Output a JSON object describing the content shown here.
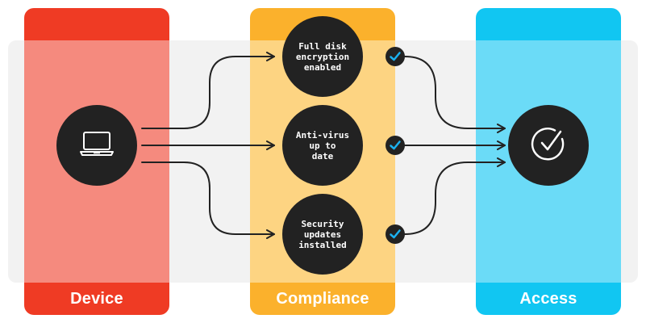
{
  "columns": {
    "device": {
      "label": "Device",
      "color": "#ef3b24",
      "tint": "#f58a7e"
    },
    "compliance": {
      "label": "Compliance",
      "color": "#fbb12c",
      "tint": "#fdd482"
    },
    "access": {
      "label": "Access",
      "color": "#11c6f2",
      "tint": "#6bdbf7"
    }
  },
  "checks": [
    {
      "text": "Full disk\nencryption\nenabled",
      "icon": "check-icon"
    },
    {
      "text": "Anti-virus\nup to\ndate",
      "icon": "check-icon"
    },
    {
      "text": "Security\nupdates\ninstalled",
      "icon": "check-icon"
    }
  ],
  "icons": {
    "device": "laptop-icon",
    "access": "check-circle-icon",
    "check": "check-icon"
  },
  "colors": {
    "band": "#eeeeee",
    "node": "#222222",
    "check": "#1bb1f0",
    "line": "#222222"
  }
}
